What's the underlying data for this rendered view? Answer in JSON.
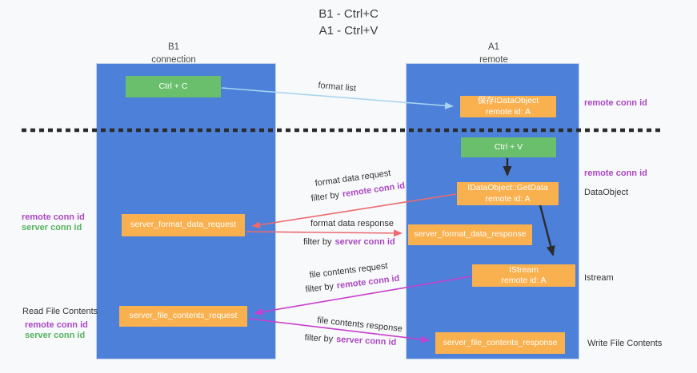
{
  "title": {
    "line1": "B1 - Ctrl+C",
    "line2": "A1 - Ctrl+V"
  },
  "columns": {
    "left": {
      "name": "B1",
      "role": "connection"
    },
    "right": {
      "name": "A1",
      "role": "remote"
    }
  },
  "boxes": {
    "ctrl_c": "Ctrl + C",
    "ctrl_v": "Ctrl + V",
    "save_idataobject": {
      "line1": "保存IDataObject",
      "line2": "remote id: A"
    },
    "getdata": {
      "line1": "IDataObject::GetData",
      "line2": "remote id: A"
    },
    "istream": {
      "line1": "IStream",
      "line2": "remote id: A"
    },
    "server_format_data_request": "server_format_data_request",
    "server_format_data_response": "server_format_data_response",
    "server_file_contents_request": "server_file_contents_request",
    "server_file_contents_response": "server_file_contents_response"
  },
  "arrow_labels": {
    "format_list": "format list",
    "format_data_request": "format data request",
    "format_data_response": "format data response",
    "file_contents_request": "file contents request",
    "file_contents_response": "file contents response",
    "filter_by": "filter by",
    "remote_conn_id": "remote conn id",
    "server_conn_id": "server conn id"
  },
  "side_labels": {
    "right_remote_conn_id_top": "remote conn id",
    "right_remote_conn_id_mid": "remote conn id",
    "dataobject": "DataObject",
    "istream": "Istream",
    "write_file_contents": "Write File Contents",
    "read_file_contents": "Read File Contents",
    "left_remote_conn_id_top": "remote conn id",
    "left_server_conn_id_top": "server conn id",
    "left_remote_conn_id_bottom": "remote conn id",
    "left_server_conn_id_bottom": "server conn id"
  },
  "colors": {
    "background": "#f8f9fa",
    "column_blue": "#4d80d8",
    "box_green": "#6abf6c",
    "box_orange": "#f9b04e",
    "text_purple": "#ab47c4",
    "text_green": "#53b45e",
    "arrow_red": "#ec6a6e",
    "arrow_magenta": "#c73fce",
    "arrow_lightblue": "#a8d4f2",
    "arrow_black": "#2b2b2b"
  }
}
